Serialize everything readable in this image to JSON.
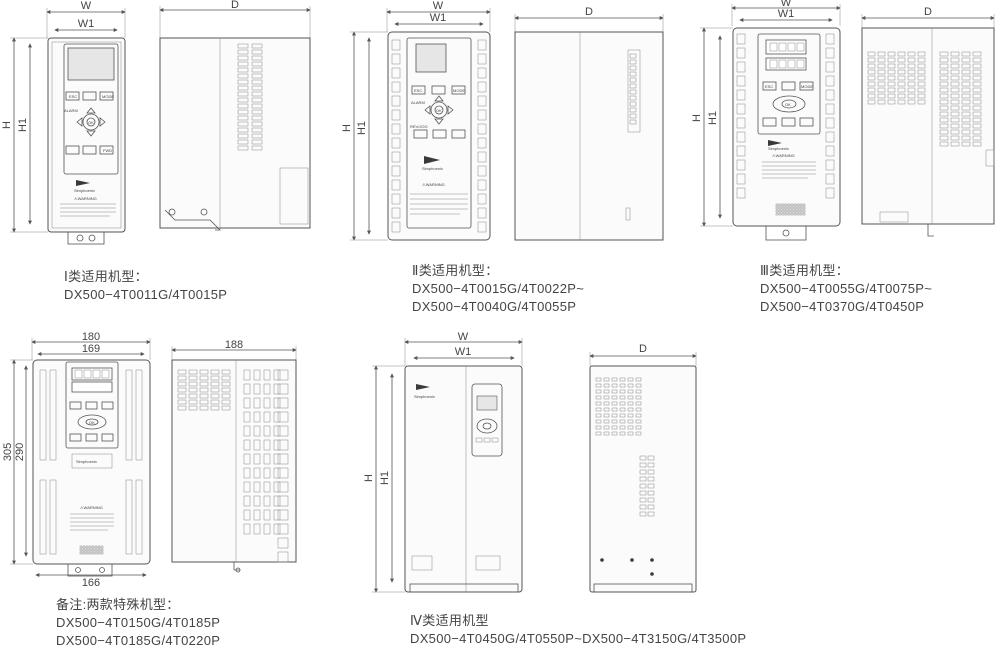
{
  "brand": "Simphoenix",
  "panel_labels": {
    "warning": "⚠WARNING",
    "esc": "ESC",
    "mode": "MODE",
    "alarm": "ALARM",
    "ok": "OK",
    "fwd": "FWD",
    "rev": "REV",
    "jog": "REV/JOG"
  },
  "dim_labels": {
    "W": "W",
    "W1": "W1",
    "D": "D",
    "H": "H",
    "H1": "H1"
  },
  "special_dims": {
    "width": "180",
    "width1": "169",
    "depth": "188",
    "height": "305",
    "height1": "290",
    "bottom": "166"
  },
  "captions": {
    "type1": {
      "title": "Ⅰ类适用机型：",
      "line1": "DX500−4T0011G/4T0015P"
    },
    "type2": {
      "title": "Ⅱ类适用机型：",
      "line1": "DX500−4T0015G/4T0022P~",
      "line2": "DX500−4T0040G/4T0055P"
    },
    "type3": {
      "title": "Ⅲ类适用机型：",
      "line1": "DX500−4T0055G/4T0075P~",
      "line2": "DX500−4T0370G/4T0450P"
    },
    "special": {
      "title": "备注:两款特殊机型：",
      "line1": "DX500−4T0150G/4T0185P",
      "line2": "DX500−4T0185G/4T0220P"
    },
    "type4": {
      "title": "Ⅳ类适用机型",
      "line1": "DX500−4T0450G/4T0550P~DX500−4T3150G/4T3500P"
    }
  }
}
